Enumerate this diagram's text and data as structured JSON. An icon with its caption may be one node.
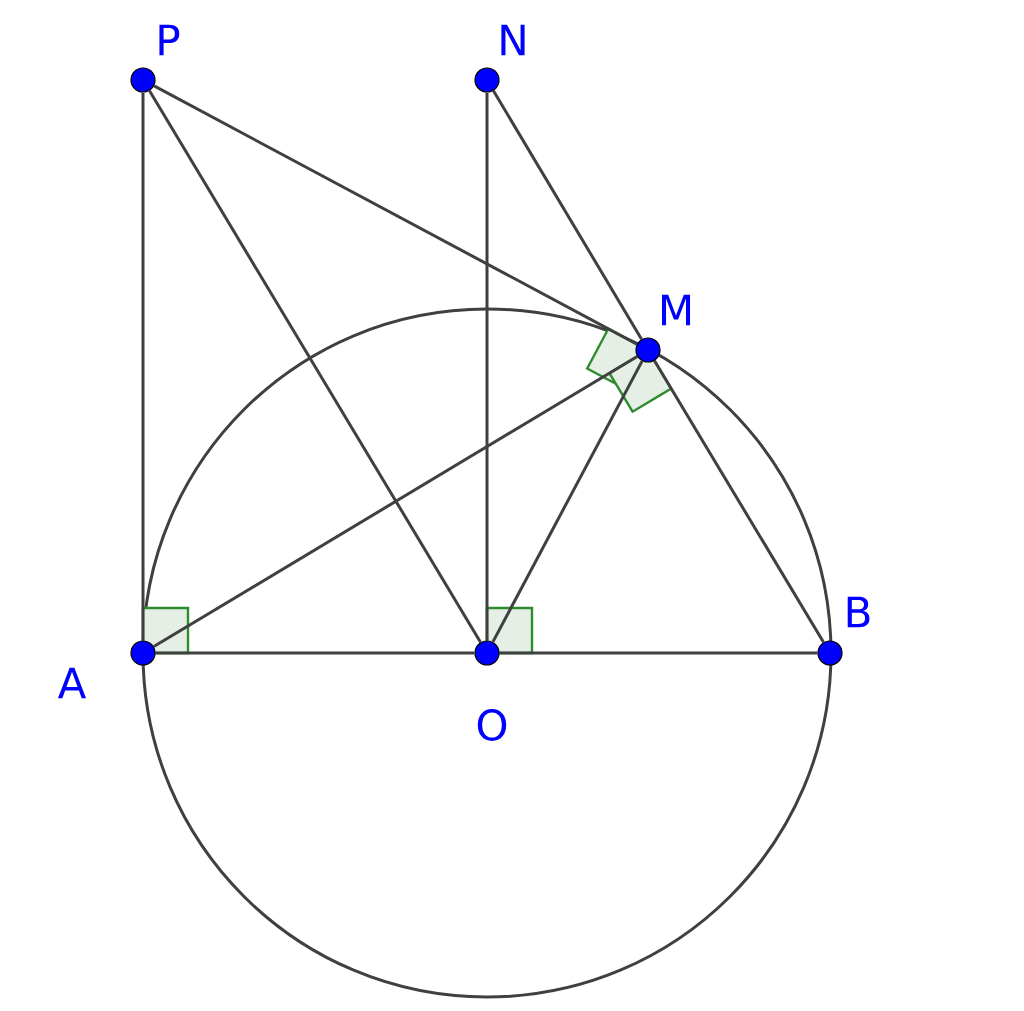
{
  "diagram": {
    "nodes": [
      {
        "text": [],
        "shape": "circle",
        "beside": [
          "P"
        ]
      },
      {
        "text": [],
        "shape": "circle",
        "beside": [
          "N"
        ]
      },
      {
        "text": [],
        "shape": "circle",
        "beside": [
          "M"
        ]
      },
      {
        "text": [],
        "shape": "circle",
        "beside": [
          "A"
        ]
      },
      {
        "text": [],
        "shape": "circle",
        "beside": [
          "O"
        ]
      },
      {
        "text": [],
        "shape": "circle",
        "beside": [
          "B"
        ]
      }
    ],
    "edges": [
      {
        "from": 0,
        "to": 3,
        "arrow": "none"
      },
      {
        "from": 0,
        "to": 4,
        "arrow": "none"
      },
      {
        "from": 0,
        "to": 2,
        "arrow": "none"
      },
      {
        "from": 1,
        "to": 4,
        "arrow": "none"
      },
      {
        "from": 1,
        "to": 2,
        "arrow": "none"
      },
      {
        "from": 3,
        "to": 2,
        "arrow": "none"
      },
      {
        "from": 4,
        "to": 2,
        "arrow": "none"
      },
      {
        "from": 2,
        "to": 5,
        "arrow": "none"
      },
      {
        "from": 3,
        "to": 4,
        "arrow": "none"
      },
      {
        "from": 4,
        "to": 5,
        "arrow": "none"
      }
    ]
  }
}
